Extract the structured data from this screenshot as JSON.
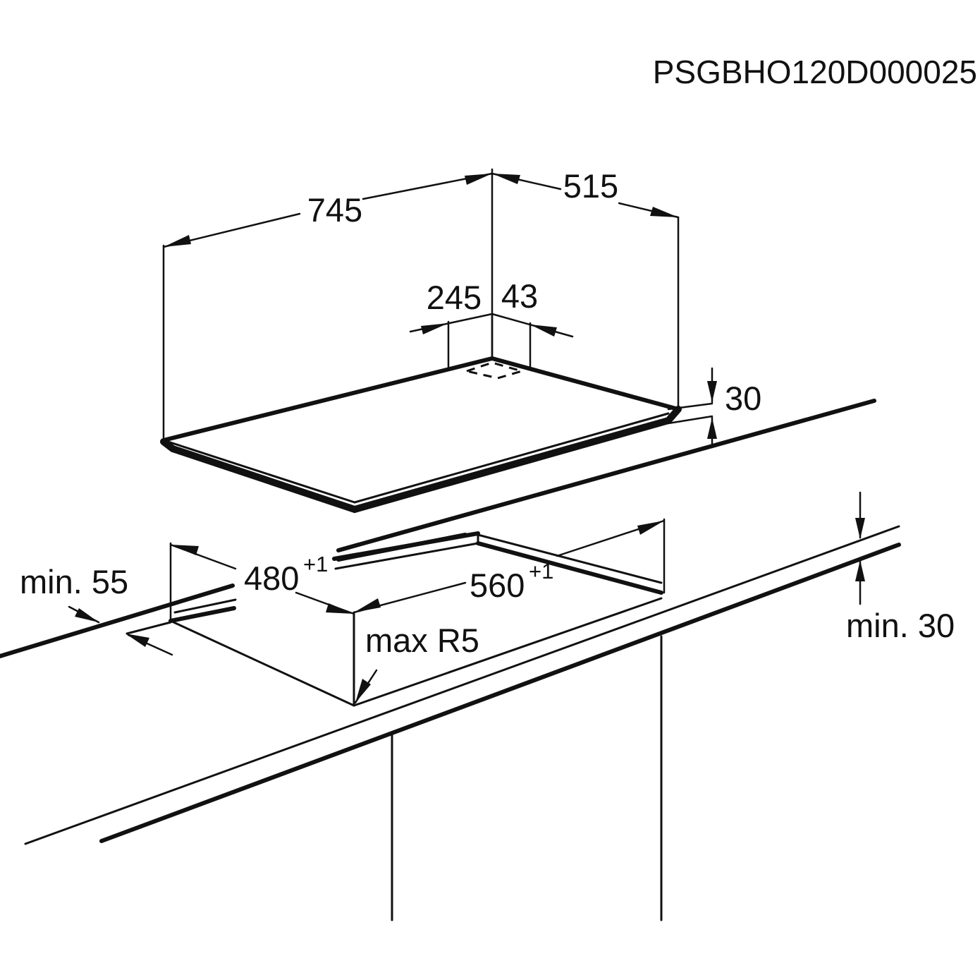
{
  "document": {
    "code": "PSGBHO120D000025"
  },
  "dimensions": {
    "width": "745",
    "depth": "515",
    "offset_a": "245",
    "offset_b": "43",
    "height": "30",
    "cutout_depth": "480",
    "cutout_depth_tol": "+1",
    "cutout_width": "560",
    "cutout_width_tol": "+1",
    "edge_distance": "min. 55",
    "worktop_thickness": "min. 30",
    "corner_radius": "max R5"
  }
}
